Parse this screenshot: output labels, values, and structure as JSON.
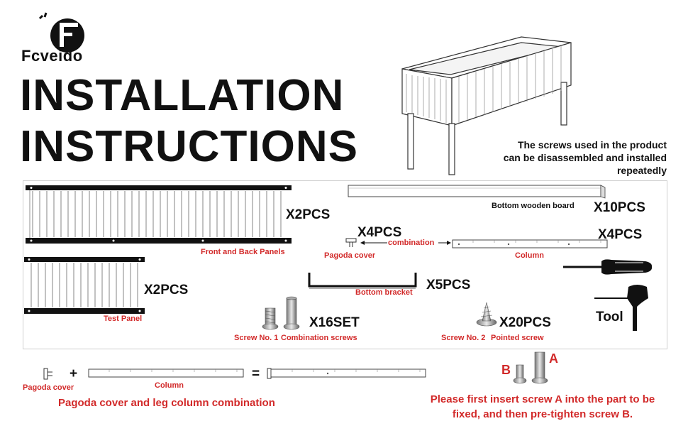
{
  "brand": {
    "name": "Fcveido",
    "logo_letter": "F"
  },
  "title": {
    "line1": "INSTALLATION",
    "line2": "INSTRUCTIONS"
  },
  "note": {
    "line1": "The screws used in the product",
    "line2": "can be disassembled and installed",
    "line3": "repeatedly"
  },
  "parts": {
    "front_back": {
      "qty": "X2PCS",
      "label": "Front and Back Panels"
    },
    "test_panel": {
      "qty": "X2PCS",
      "label": "Test Panel"
    },
    "bottom_board": {
      "qty": "X10PCS",
      "label": "Bottom wooden board"
    },
    "pagoda": {
      "qty": "X4PCS",
      "label": "Pagoda cover",
      "arrow_label": "combination"
    },
    "column": {
      "qty": "X4PCS",
      "label": "Column"
    },
    "bracket": {
      "qty": "X5PCS",
      "label": "Bottom bracket"
    },
    "screw1": {
      "qty": "X16SET",
      "label1": "Screw No. 1",
      "label2": "Combination screws"
    },
    "screw2": {
      "qty": "X20PCS",
      "label1": "Screw No. 2",
      "label2": "Pointed screw"
    },
    "tool": {
      "label": "Tool"
    }
  },
  "combination": {
    "pagoda_label": "Pagoda cover",
    "column_label": "Column",
    "plus": "+",
    "equals": "=",
    "caption": "Pagoda cover and leg column combination"
  },
  "screw_instruction": {
    "label_a": "A",
    "label_b": "B",
    "line1": "Please first insert screw A into the part to be",
    "line2": "fixed, and then pre-tighten screw B."
  }
}
